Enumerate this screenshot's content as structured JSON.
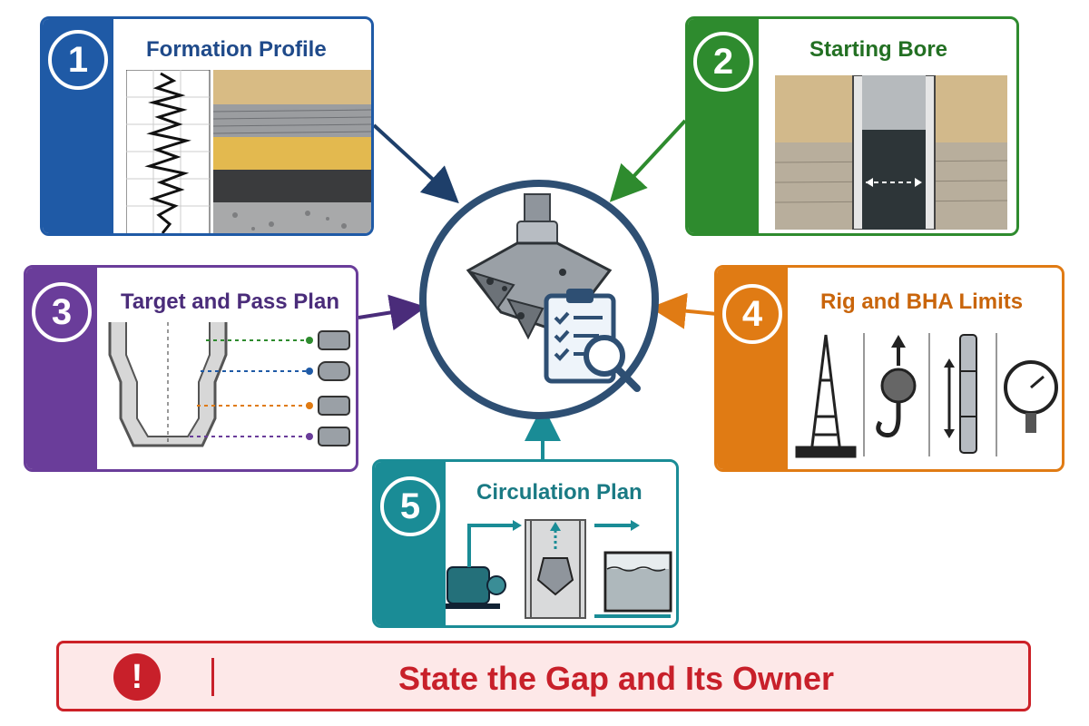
{
  "steps": [
    {
      "number": "1",
      "title": "Formation Profile",
      "color": "#1f5aa6"
    },
    {
      "number": "2",
      "title": "Starting Bore",
      "color": "#2e8b2e"
    },
    {
      "number": "3",
      "title": "Target and Pass Plan",
      "color": "#6a3d9a"
    },
    {
      "number": "4",
      "title": "Rig and BHA Limits",
      "color": "#e07b14"
    },
    {
      "number": "5",
      "title": "Circulation Plan",
      "color": "#1a8c96"
    }
  ],
  "hub": {
    "ring_color": "#2e4f73",
    "icons": [
      "drill-bit-icon",
      "clipboard-checklist-icon",
      "magnifier-icon"
    ]
  },
  "banner": {
    "text": "State the Gap and Its Owner",
    "icon": "alert-icon",
    "icon_text": "!",
    "color": "#c8202a"
  }
}
